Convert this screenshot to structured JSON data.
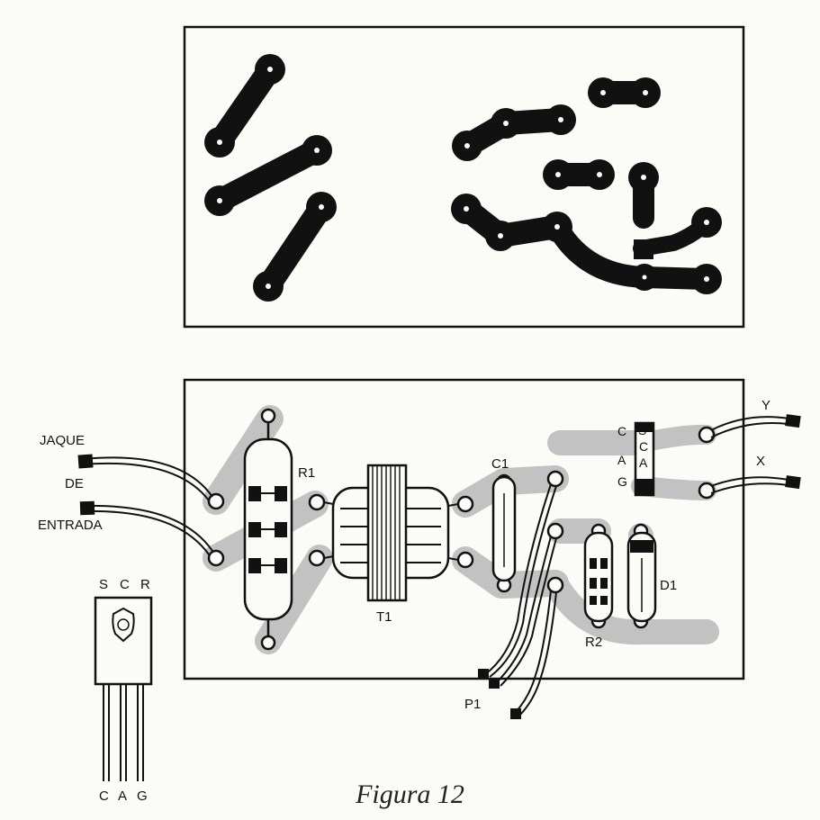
{
  "colors": {
    "ink": "#111111",
    "copper_shadow": "#bdbdbd",
    "paper": "#fbfbf8"
  },
  "labels": {
    "jack_line1": "JAQUE",
    "jack_line2": "DE",
    "jack_line3": "ENTRADA",
    "r1": "R1",
    "t1": "T1",
    "c1": "C1",
    "r2": "R2",
    "d1": "D1",
    "p1": "P1",
    "y": "Y",
    "x": "X",
    "scr_pins_vertical": [
      "S",
      "C",
      "A",
      "G"
    ],
    "scr_side_letters": [
      "C",
      "A",
      "G"
    ]
  },
  "scr_package": {
    "top_labels": [
      "S",
      "C",
      "R"
    ],
    "pin_labels": [
      "C",
      "A",
      "G"
    ]
  },
  "caption": "Figura 12"
}
